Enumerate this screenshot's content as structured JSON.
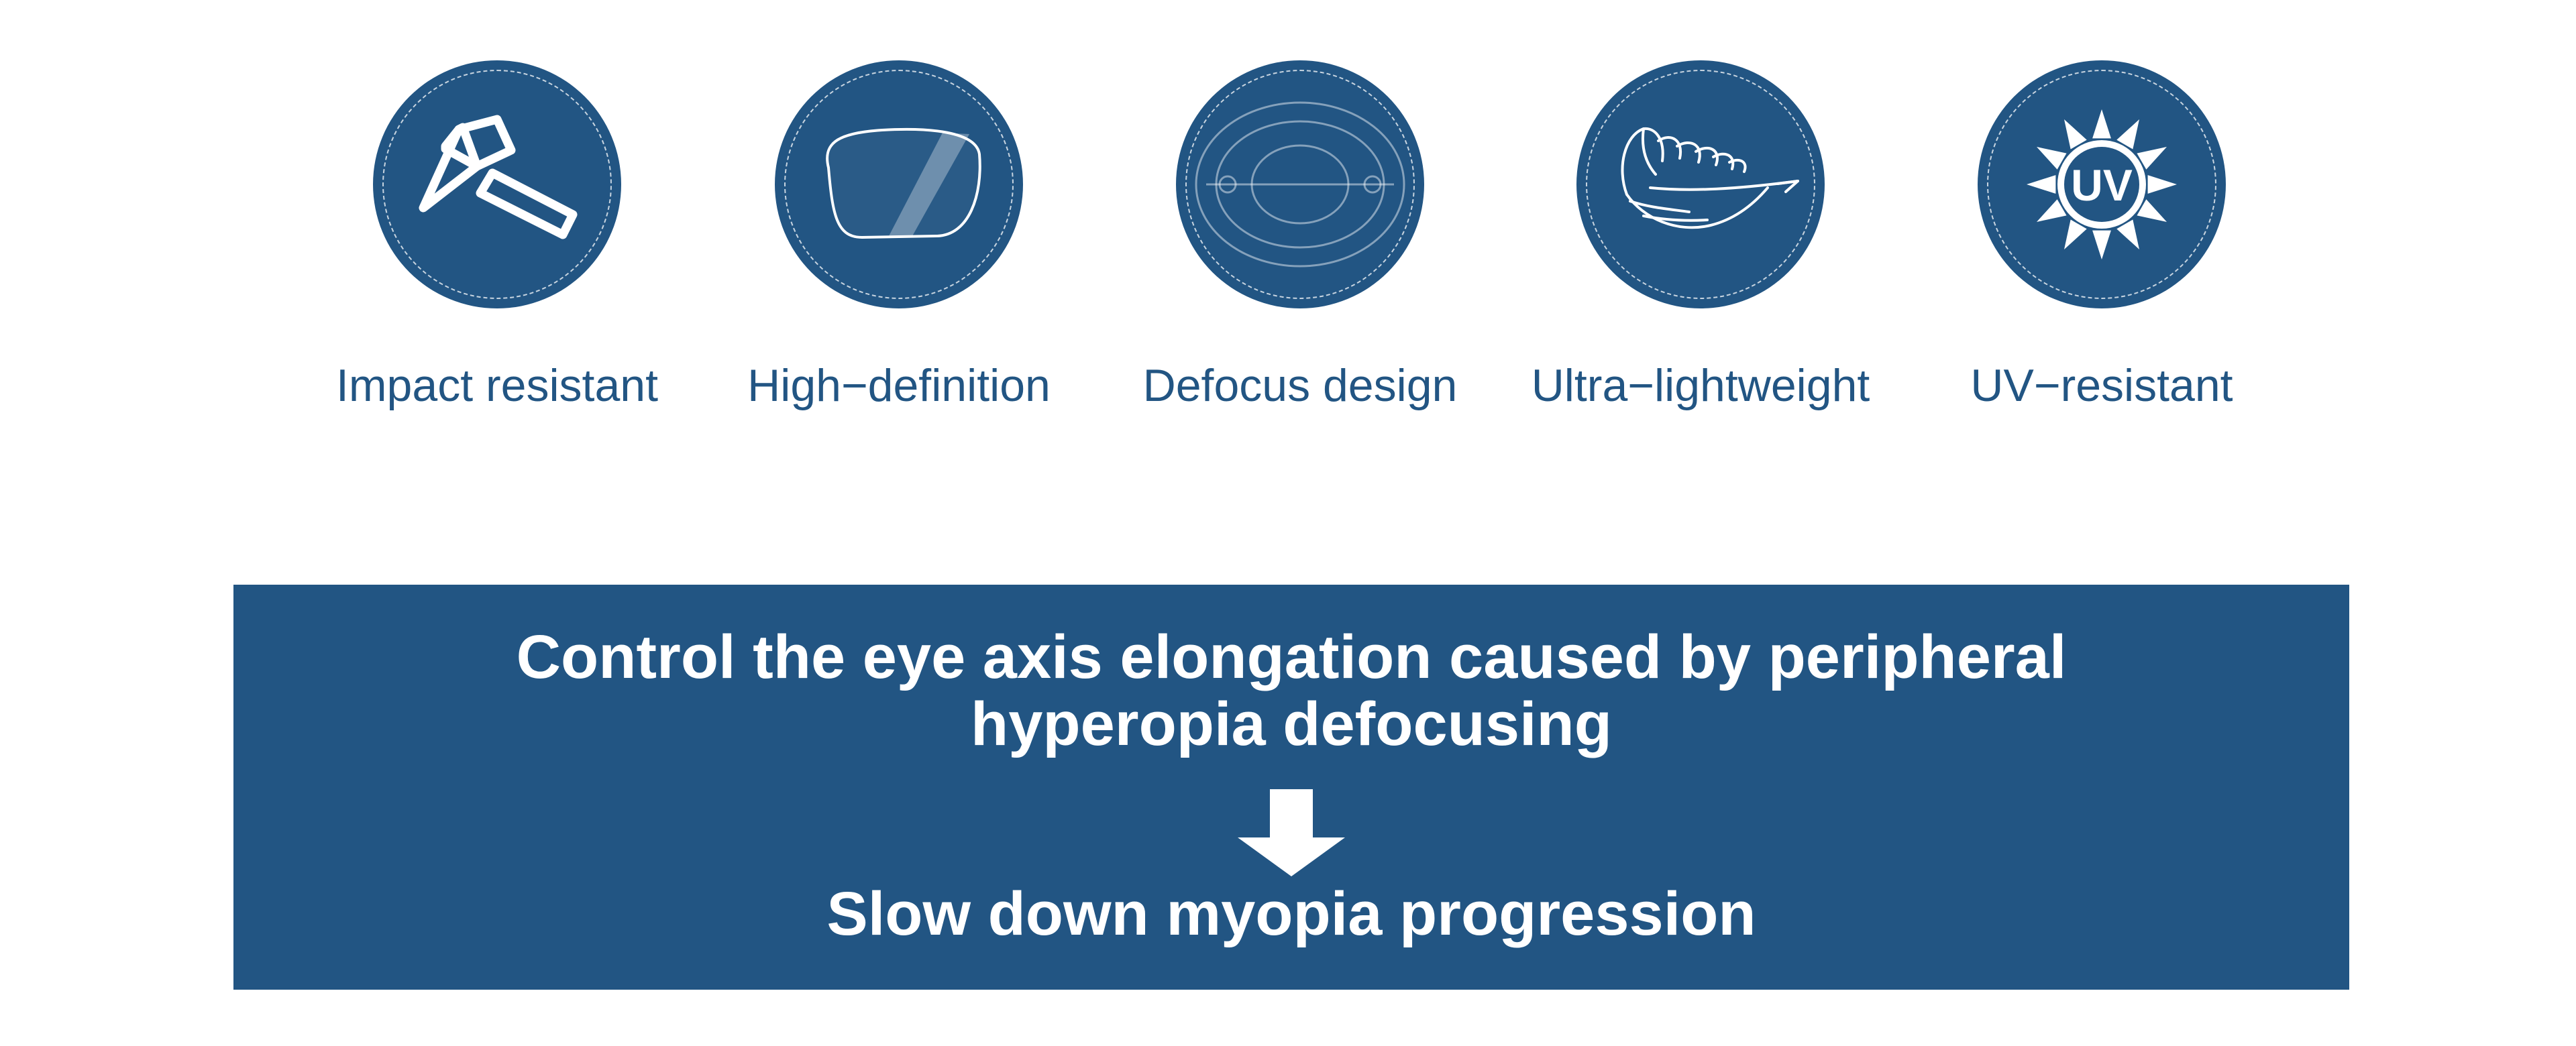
{
  "features": [
    {
      "label": "Impact resistant",
      "icon": "hammer-icon"
    },
    {
      "label": "High−definition",
      "icon": "lens-icon"
    },
    {
      "label": "Defocus design",
      "icon": "defocus-rings-icon"
    },
    {
      "label": "Ultra−lightweight",
      "icon": "feather-icon"
    },
    {
      "label": "UV−resistant",
      "icon": "uv-sun-icon",
      "badge": "UV"
    }
  ],
  "banner": {
    "headline_line1": "Control the eye axis elongation caused by peripheral",
    "headline_line2": "hyperopia defocusing",
    "arrow_icon": "arrow-down-icon",
    "result": "Slow down myopia progression"
  },
  "colors": {
    "brand_blue": "#225583",
    "text_on_brand": "#ffffff",
    "background": "#ffffff"
  }
}
